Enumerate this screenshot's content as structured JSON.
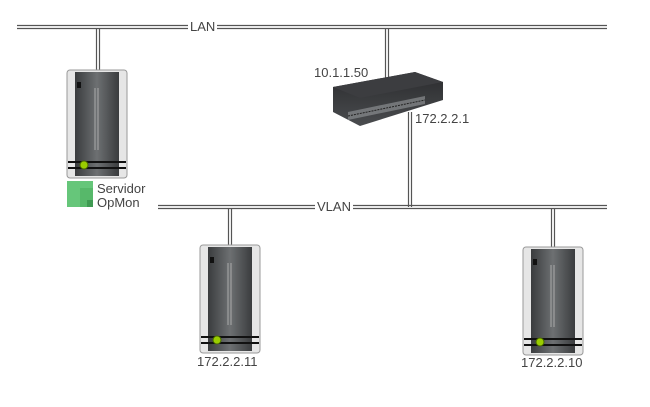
{
  "networks": {
    "lan": {
      "label": "LAN"
    },
    "vlan": {
      "label": "VLAN"
    }
  },
  "switch": {
    "ip_lan": "10.1.1.50",
    "ip_vlan": "172.2.2.1"
  },
  "servers": [
    {
      "label_line1": "Servidor",
      "label_line2": "OpMon"
    },
    {
      "label": "172.2.2.11"
    },
    {
      "label": "172.2.2.10"
    }
  ],
  "colors": {
    "line": "#555555",
    "led": "#9acd00",
    "opmon_badge": "#66c67a"
  }
}
